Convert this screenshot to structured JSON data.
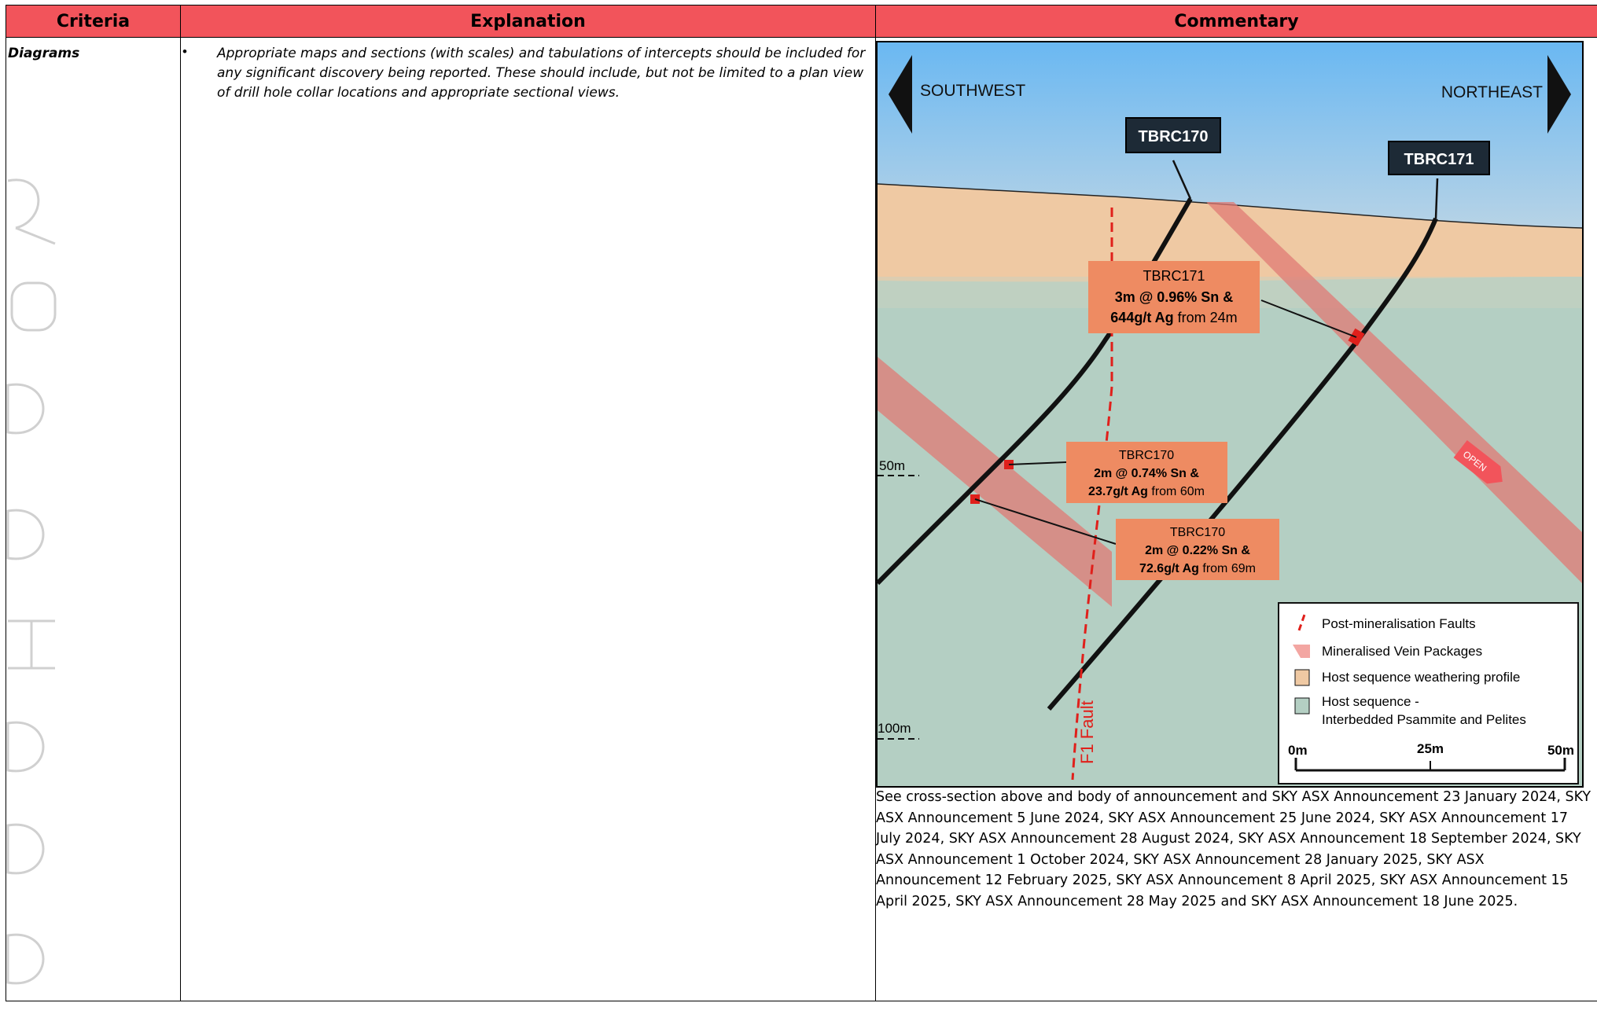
{
  "table": {
    "headers": {
      "criteria": "Criteria",
      "explanation": "Explanation",
      "commentary": "Commentary"
    },
    "row": {
      "criteria": "Diagrams",
      "bullet": "•",
      "explanation": "Appropriate maps and sections (with scales) and tabulations of intercepts should be included for any significant discovery being reported. These should include, but not be limited to a plan view of drill hole collar locations and appropriate sectional views.",
      "commentary": "See cross-section above and body of announcement and SKY ASX Announcement 23 January 2024, SKY ASX Announcement 5 June 2024, SKY ASX Announcement 25 June 2024, SKY ASX Announcement 17 July 2024, SKY ASX Announcement 28 August 2024, SKY ASX Announcement 18 September 2024, SKY ASX Announcement 1 October 2024, SKY ASX Announcement 28 January 2025, SKY ASX Announcement 12 February 2025, SKY ASX Announcement 8 April 2025, SKY ASX Announcement 15 April 2025, SKY ASX Announcement 28 May 2025 and SKY ASX Announcement 18 June 2025."
    }
  },
  "figure": {
    "direction_left": "SOUTHWEST",
    "direction_right": "NORTHEAST",
    "holes": [
      "TBRC170",
      "TBRC171"
    ],
    "intercepts": [
      {
        "hole": "TBRC171",
        "line1": "3m @ 0.96% Sn &",
        "line2_bold": "644g/t Ag",
        "line2_rest": " from 24m"
      },
      {
        "hole": "TBRC170",
        "line1": "2m @ 0.74% Sn &",
        "line2_bold": "23.7g/t Ag",
        "line2_rest": " from 60m"
      },
      {
        "hole": "TBRC170",
        "line1": "2m @ 0.22% Sn &",
        "line2_bold": "72.6g/t Ag",
        "line2_rest": " from 69m"
      }
    ],
    "depth_labels": [
      "50m",
      "100m"
    ],
    "fault_label": "F1 Fault",
    "open_label": "OPEN",
    "legend": {
      "items": [
        "Post-mineralisation Faults",
        "Mineralised Vein Packages",
        "Host sequence weathering profile",
        "Host sequence -",
        "Interbedded Psammite and Pelites"
      ],
      "scale": [
        "0m",
        "25m",
        "50m"
      ]
    },
    "colors": {
      "header": "#f2545b",
      "sky_top": "#6ab8f2",
      "sky_bottom": "#b7d3e6",
      "weathering": "#efc9a3",
      "host": "#b4cfc3",
      "vein": "#e07a74",
      "callout": "#ee8b62",
      "hole_label": "#1d2a36",
      "fault": "#e0201b"
    }
  }
}
